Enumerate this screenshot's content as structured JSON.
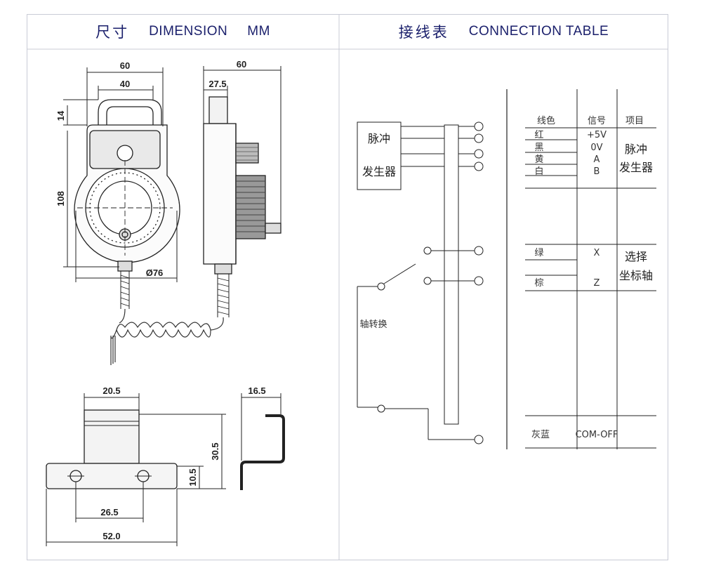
{
  "header": {
    "left_cn": "尺寸",
    "left_en": "DIMENSION",
    "left_unit": "MM",
    "right_cn": "接线表",
    "right_en": "CONNECTION TABLE"
  },
  "dimensions": {
    "front_width": "60",
    "front_inner_width": "40",
    "top_height": "14",
    "body_height": "108",
    "diameter": "Ø76",
    "side_width": "60",
    "side_offset": "27.5",
    "bracket_top_width": "20.5",
    "bracket_hook_width": "16.5",
    "bracket_height": "30.5",
    "bracket_base_height": "10.5",
    "bracket_hole_spacing": "26.5",
    "bracket_total_width": "52.0"
  },
  "connection": {
    "pulse_generator_label": [
      "脉冲",
      "发生器"
    ],
    "axis_switch_label": "轴转换",
    "table_header": {
      "color": "线色",
      "signal": "信号",
      "item": "项目"
    },
    "pulse_rows": [
      {
        "color": "红",
        "signal": "+5V"
      },
      {
        "color": "黑",
        "signal": "0V"
      },
      {
        "color": "黄",
        "signal": "A"
      },
      {
        "color": "白",
        "signal": "B"
      }
    ],
    "pulse_item": [
      "脉冲",
      "发生器"
    ],
    "axis_rows": [
      {
        "color": "绿",
        "signal": "X"
      },
      {
        "color": "棕",
        "signal": "Z"
      }
    ],
    "axis_item": [
      "选择",
      "坐标轴"
    ],
    "com_row": {
      "color": "灰蓝",
      "signal": "COM-OFF"
    }
  }
}
